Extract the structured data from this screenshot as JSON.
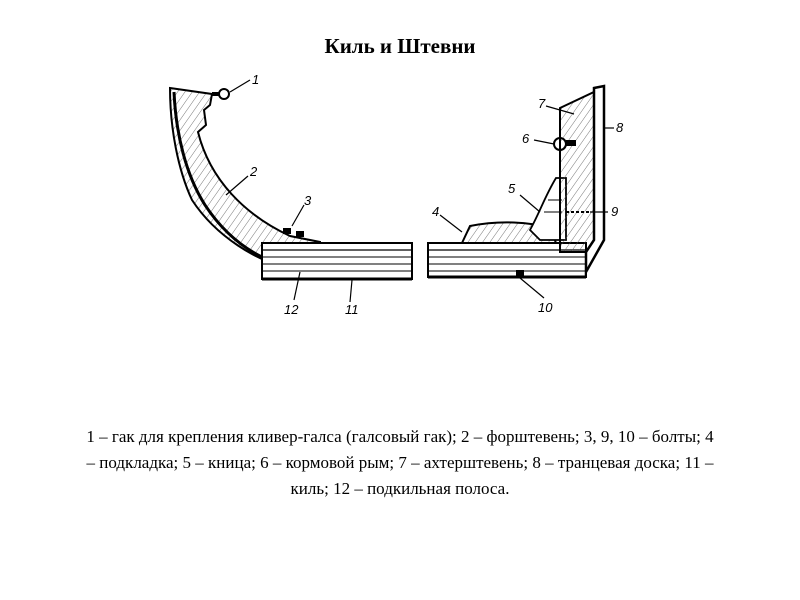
{
  "title": "Киль и Штевни",
  "labels": {
    "l1": "1",
    "l2": "2",
    "l3": "3",
    "l4": "4",
    "l5": "5",
    "l6": "6",
    "l7": "7",
    "l8": "8",
    "l9": "9",
    "l10": "10",
    "l11": "11",
    "l12": "12"
  },
  "caption": "1 – гак для крепления кливер-галса (галсовый гак); 2 – форштевень; 3, 9, 10 – болты; 4 – подкладка; 5 – кница; 6 – кормовой рым; 7 – ахтерштевень; 8 – транцевая доска; 11 – киль; 12 – подкильная полоса."
}
